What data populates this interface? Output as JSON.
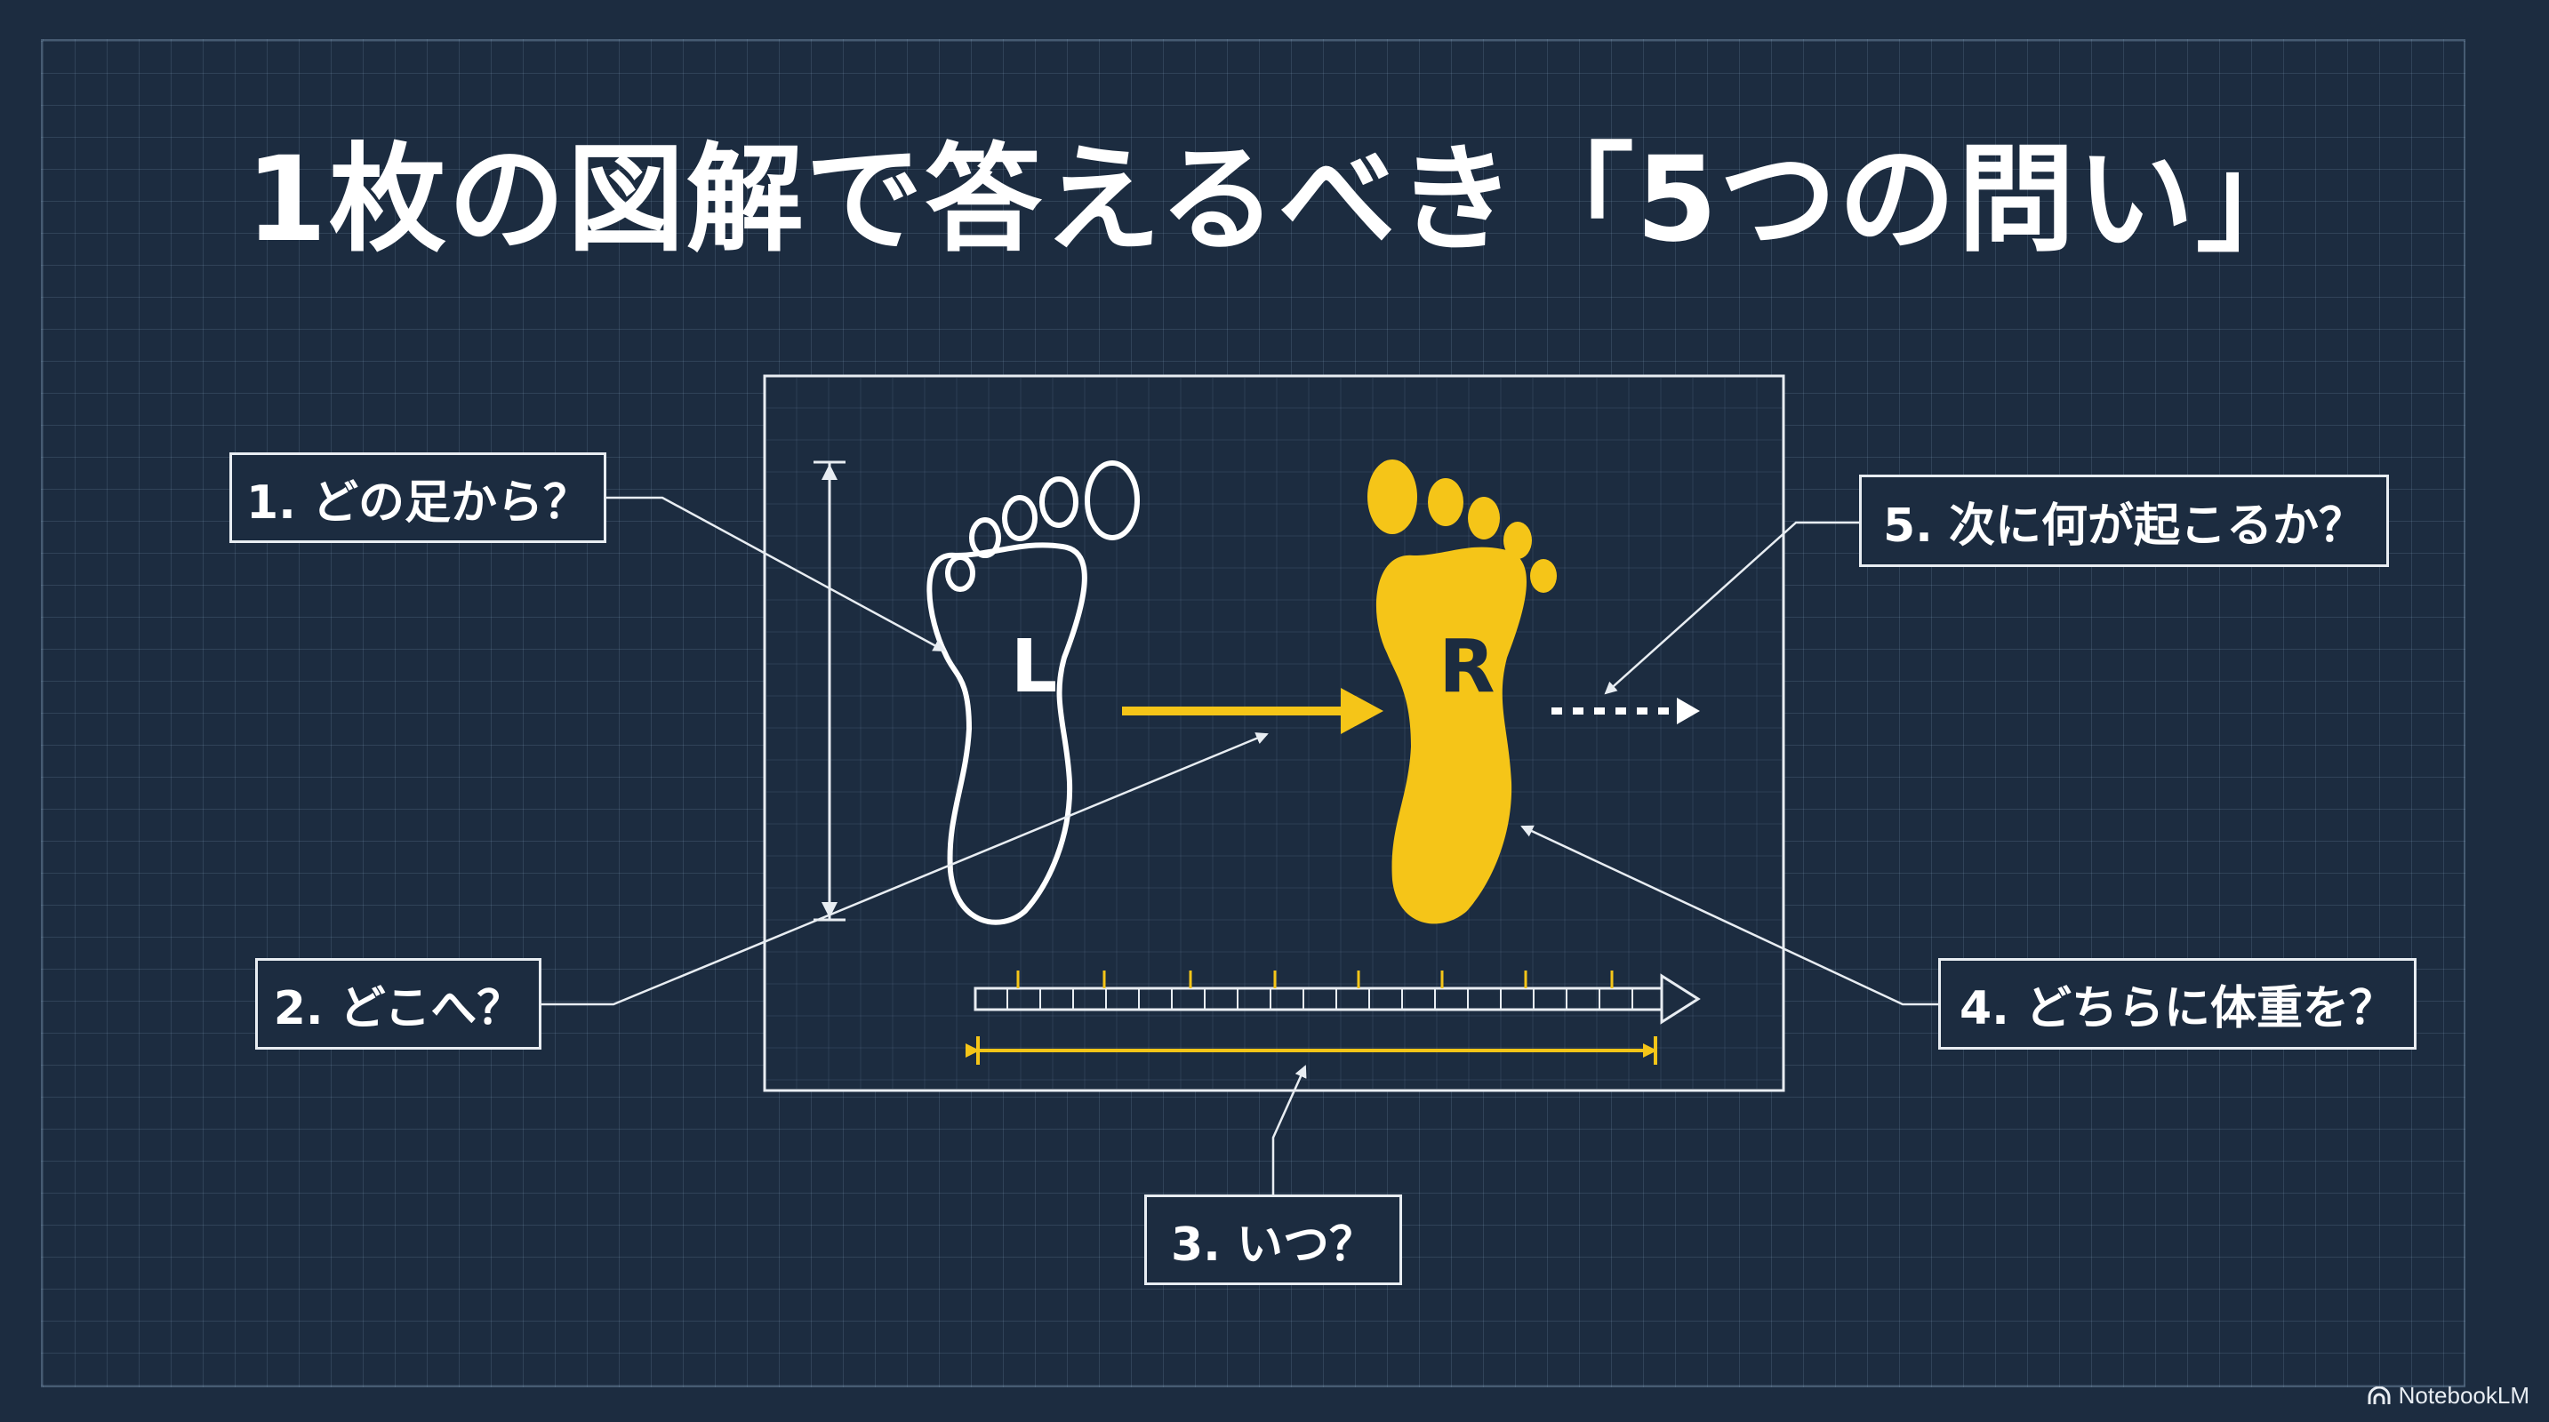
{
  "title": "1枚の図解で答えるべき「5つの問い」",
  "questions": {
    "q1": "1. どの足から？",
    "q2": "2. どこへ？",
    "q3": "3. いつ？",
    "q4": "4. どちらに体重を？",
    "q5": "5. 次に何が起こるか？"
  },
  "feet": {
    "left_label": "L",
    "right_label": "R"
  },
  "brand": "NotebookLM",
  "colors": {
    "background": "#1c2c40",
    "accent": "#f5c518",
    "line": "#e8edf2"
  },
  "icons": [
    "left-foot-outline-icon",
    "right-foot-filled-icon",
    "notebooklm-logo-icon"
  ]
}
